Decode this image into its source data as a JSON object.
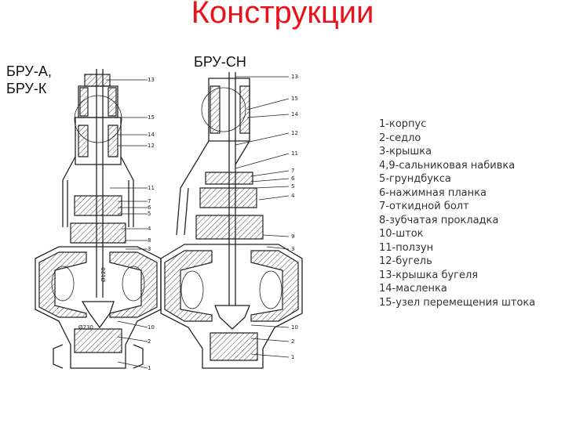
{
  "title": "Конструкции",
  "labels": {
    "left_line1": "БРУ-А,",
    "left_line2": "БРУ-К",
    "right": "БРУ-СН"
  },
  "legend": [
    "1-корпус",
    "2-седло",
    "3-крышка",
    "4,9-сальниковая набивка",
    "5-грундбукса",
    "6-нажимная планка",
    "7-откидной болт",
    "8-зубчатая прокладка",
    "10-шток",
    "11-ползун",
    "12-бугель",
    "13-крышка бугеля",
    "14-масленка",
    "15-узел перемещения штока"
  ],
  "left_callouts": [
    "13",
    "15",
    "14",
    "12",
    "11",
    "7",
    "6",
    "5",
    "4",
    "8",
    "3",
    "10",
    "2",
    "1"
  ],
  "right_callouts": [
    "13",
    "15",
    "14",
    "12",
    "11",
    "7",
    "6",
    "5",
    "4",
    "9",
    "3",
    "10",
    "2",
    "1"
  ],
  "dims": {
    "d230": "Ø230",
    "d120": "Ø120"
  },
  "colors": {
    "title": "#e8131b",
    "text": "#111111"
  }
}
